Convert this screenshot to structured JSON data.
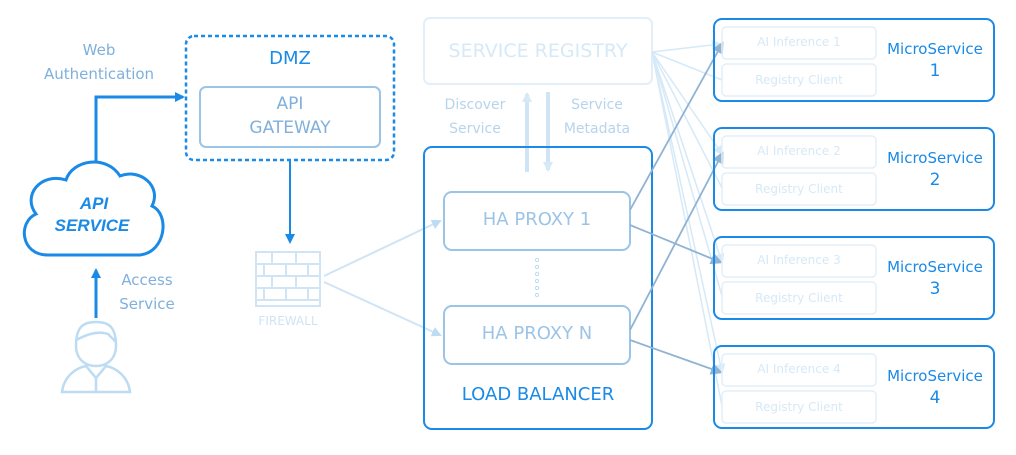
{
  "web_auth_label": [
    "Web",
    "Authentication"
  ],
  "access_label": [
    "Access",
    "Service"
  ],
  "api_service": {
    "line1": "API",
    "line2": "SERVICE"
  },
  "dmz": {
    "title": "DMZ",
    "gateway": [
      "API",
      "GATEWAY"
    ]
  },
  "firewall_label": "FIREWALL",
  "registry": {
    "title": "SERVICE REGISTRY",
    "discover": [
      "Discover",
      "Service"
    ],
    "metadata": [
      "Service",
      "Metadata"
    ]
  },
  "load_balancer": {
    "title": "LOAD BALANCER",
    "proxies": [
      "HA PROXY 1",
      "HA PROXY N"
    ]
  },
  "microservices": [
    {
      "inference": "AI Inference 1",
      "client": "Registry Client",
      "name": "MicroService",
      "number": "1"
    },
    {
      "inference": "AI Inference 2",
      "client": "Registry Client",
      "name": "MicroService",
      "number": "2"
    },
    {
      "inference": "AI Inference 3",
      "client": "Registry Client",
      "name": "MicroService",
      "number": "3"
    },
    {
      "inference": "AI Inference 4",
      "client": "Registry Client",
      "name": "MicroService",
      "number": "4"
    }
  ],
  "colors": {
    "primary": "#1a8ae6",
    "light": "#cfe4f5",
    "mid": "#9cc4e6",
    "arrow_dark": "#8fb3d3"
  },
  "icons": [
    "cloud-icon",
    "user-icon",
    "firewall-icon"
  ]
}
